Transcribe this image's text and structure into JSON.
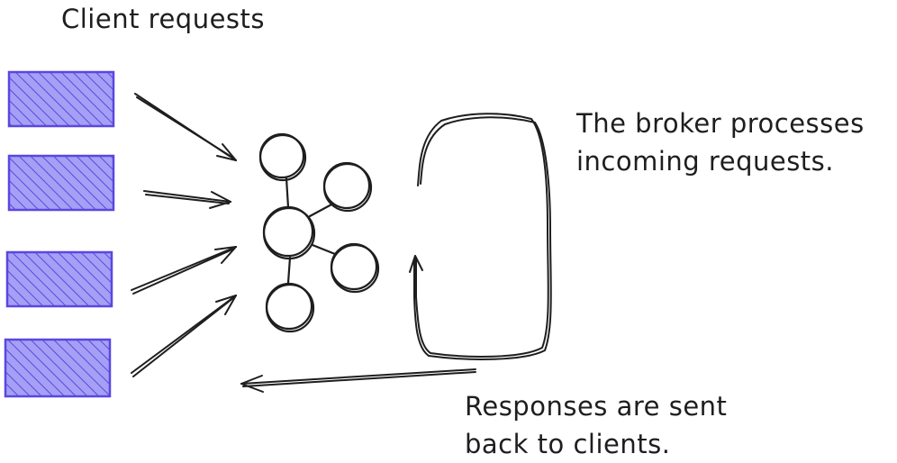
{
  "labels": {
    "title": "Client requests",
    "broker_line1": "The broker processes",
    "broker_line2": "incoming requests.",
    "response_line1": "Responses are sent",
    "response_line2": "back to clients."
  },
  "colors": {
    "client_fill": "#a5a0f5",
    "client_stroke": "#5b47e0",
    "ink": "#1e1e1e"
  }
}
